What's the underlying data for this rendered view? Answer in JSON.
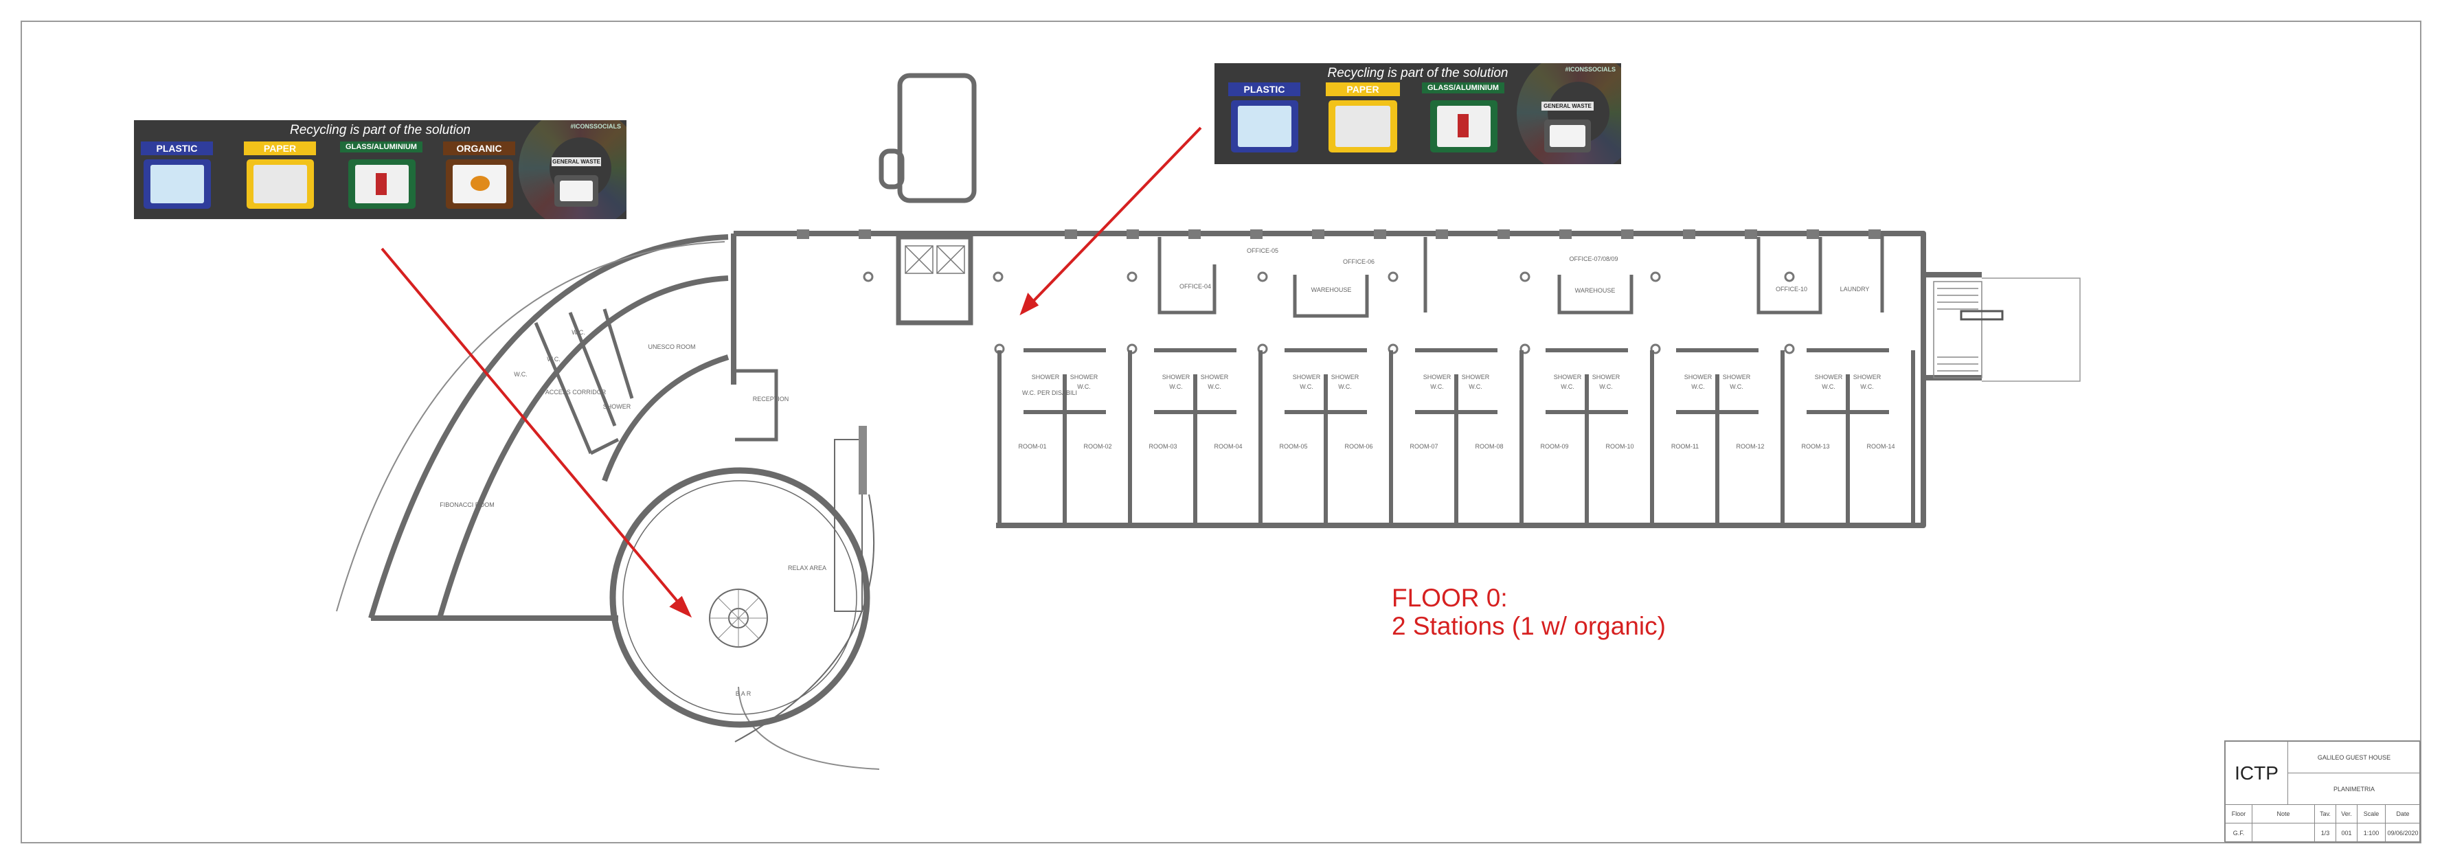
{
  "banners": [
    {
      "slogan": "Recycling is part of the solution",
      "brand": "#ICONSSOCIALS",
      "bins": [
        {
          "label": "PLASTIC",
          "color": "#2f3d9c",
          "icon": "plastic-bottles-icon"
        },
        {
          "label": "PAPER",
          "color": "#f2c21a",
          "icon": "newspaper-icon"
        },
        {
          "label": "GLASS/ALUMINIUM",
          "color": "#1f6b3a",
          "icon": "glass-can-icon"
        },
        {
          "label": "ORGANIC",
          "color": "#6b3a17",
          "icon": "food-scraps-icon"
        },
        {
          "label": "GENERAL WASTE",
          "color": "#555555",
          "icon": "waste-slot-icon"
        }
      ]
    },
    {
      "slogan": "Recycling is part of the solution",
      "brand": "#ICONSSOCIALS",
      "bins": [
        {
          "label": "PLASTIC",
          "color": "#2f3d9c",
          "icon": "plastic-bottles-icon"
        },
        {
          "label": "PAPER",
          "color": "#f2c21a",
          "icon": "newspaper-icon"
        },
        {
          "label": "GLASS/ALUMINIUM",
          "color": "#1f6b3a",
          "icon": "glass-can-icon"
        },
        {
          "label": "GENERAL WASTE",
          "color": "#555555",
          "icon": "waste-slot-icon"
        }
      ]
    }
  ],
  "annotation": {
    "line1": "FLOOR 0:",
    "line2": "2 Stations (1 w/ organic)",
    "color": "#d62020"
  },
  "rooms": {
    "office05": "OFFICE-05",
    "office04": "OFFICE-04",
    "office06": "OFFICE-06",
    "warehouse1": "WAREHOUSE",
    "office07": "OFFICE-07/08/09",
    "warehouse2": "WAREHOUSE",
    "office10": "OFFICE-10",
    "laundry": "LAUNDRY",
    "unesco": "UNESCO ROOM",
    "reception": "RECEPTION",
    "access": "ACCESS CORRIDOR",
    "shower": "SHOWER",
    "wc1": "W.C.",
    "wc2": "W.C.",
    "wc3": "W.C.",
    "fibonacci": "FIBONACCI ROOM",
    "relax": "RELAX AREA",
    "bar": "B A R",
    "accessible_wc": "W.C. PER DISABILI",
    "shower_label": "SHOWER",
    "wc_label": "W.C.",
    "room_names": [
      "ROOM-01",
      "ROOM-02",
      "ROOM-03",
      "ROOM-04",
      "ROOM-05",
      "ROOM-06",
      "ROOM-07",
      "ROOM-08",
      "ROOM-09",
      "ROOM-10",
      "ROOM-11",
      "ROOM-12",
      "ROOM-13",
      "ROOM-14"
    ]
  },
  "title_block": {
    "logo": "ICTP",
    "project": "GALILEO GUEST HOUSE",
    "drawing": "PLANIMETRIA",
    "headers": [
      "Floor",
      "Note",
      "Tav.",
      "Ver.",
      "Scale",
      "Date"
    ],
    "values": [
      "G.F.",
      "",
      "1/3",
      "001",
      "1:100",
      "09/06/2020"
    ]
  }
}
